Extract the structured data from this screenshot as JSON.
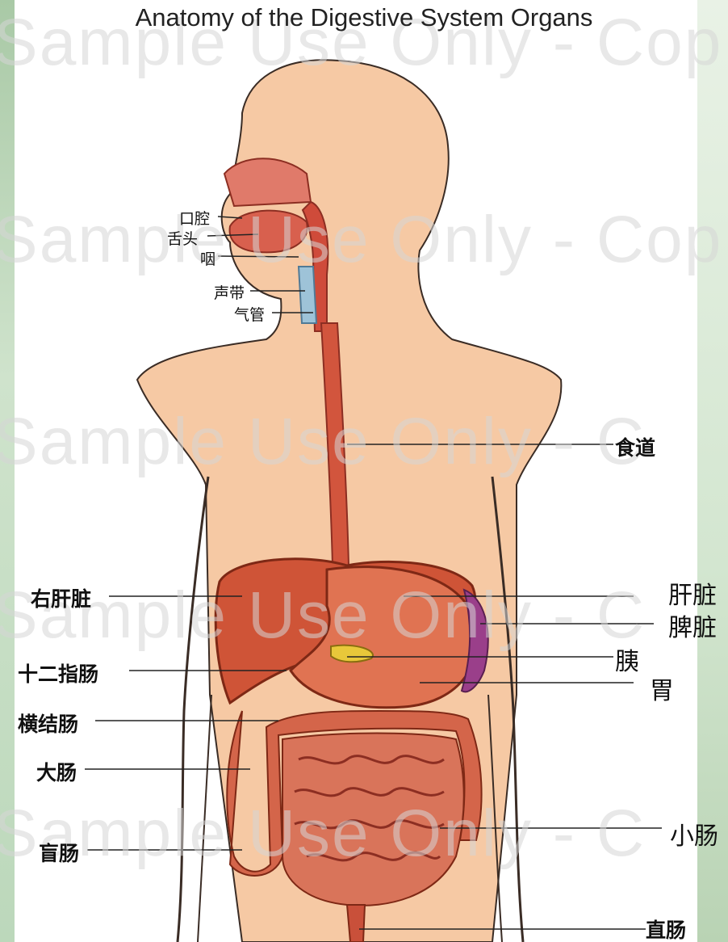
{
  "title": "Anatomy of the Digestive System Organs",
  "watermark": {
    "line1": "Sample Use Only - Cop",
    "line2": "Sample Use Only - Cop",
    "line3": "Sample Use Only - C",
    "line4": "Sample Use Only - C",
    "line5": "Sample Use Only - C"
  },
  "labels": {
    "mouth": "口腔",
    "tongue": "舌头",
    "pharynx": "咽",
    "vocal_cords": "声带",
    "trachea": "气管",
    "esophagus": "食道",
    "right_liver": "右肝脏",
    "liver": "肝脏",
    "spleen": "脾脏",
    "pancreas": "胰",
    "duodenum": "十二指肠",
    "stomach": "胃",
    "transverse_colon": "横结肠",
    "large_intestine": "大肠",
    "small_intestine": "小肠",
    "cecum": "盲肠",
    "rectum": "直肠"
  },
  "colors": {
    "skin": "#f6c9a4",
    "organ": "#d35a3c",
    "organ_dark": "#a8371f",
    "spleen": "#9a3f8a",
    "pancreas": "#e8c83a"
  }
}
